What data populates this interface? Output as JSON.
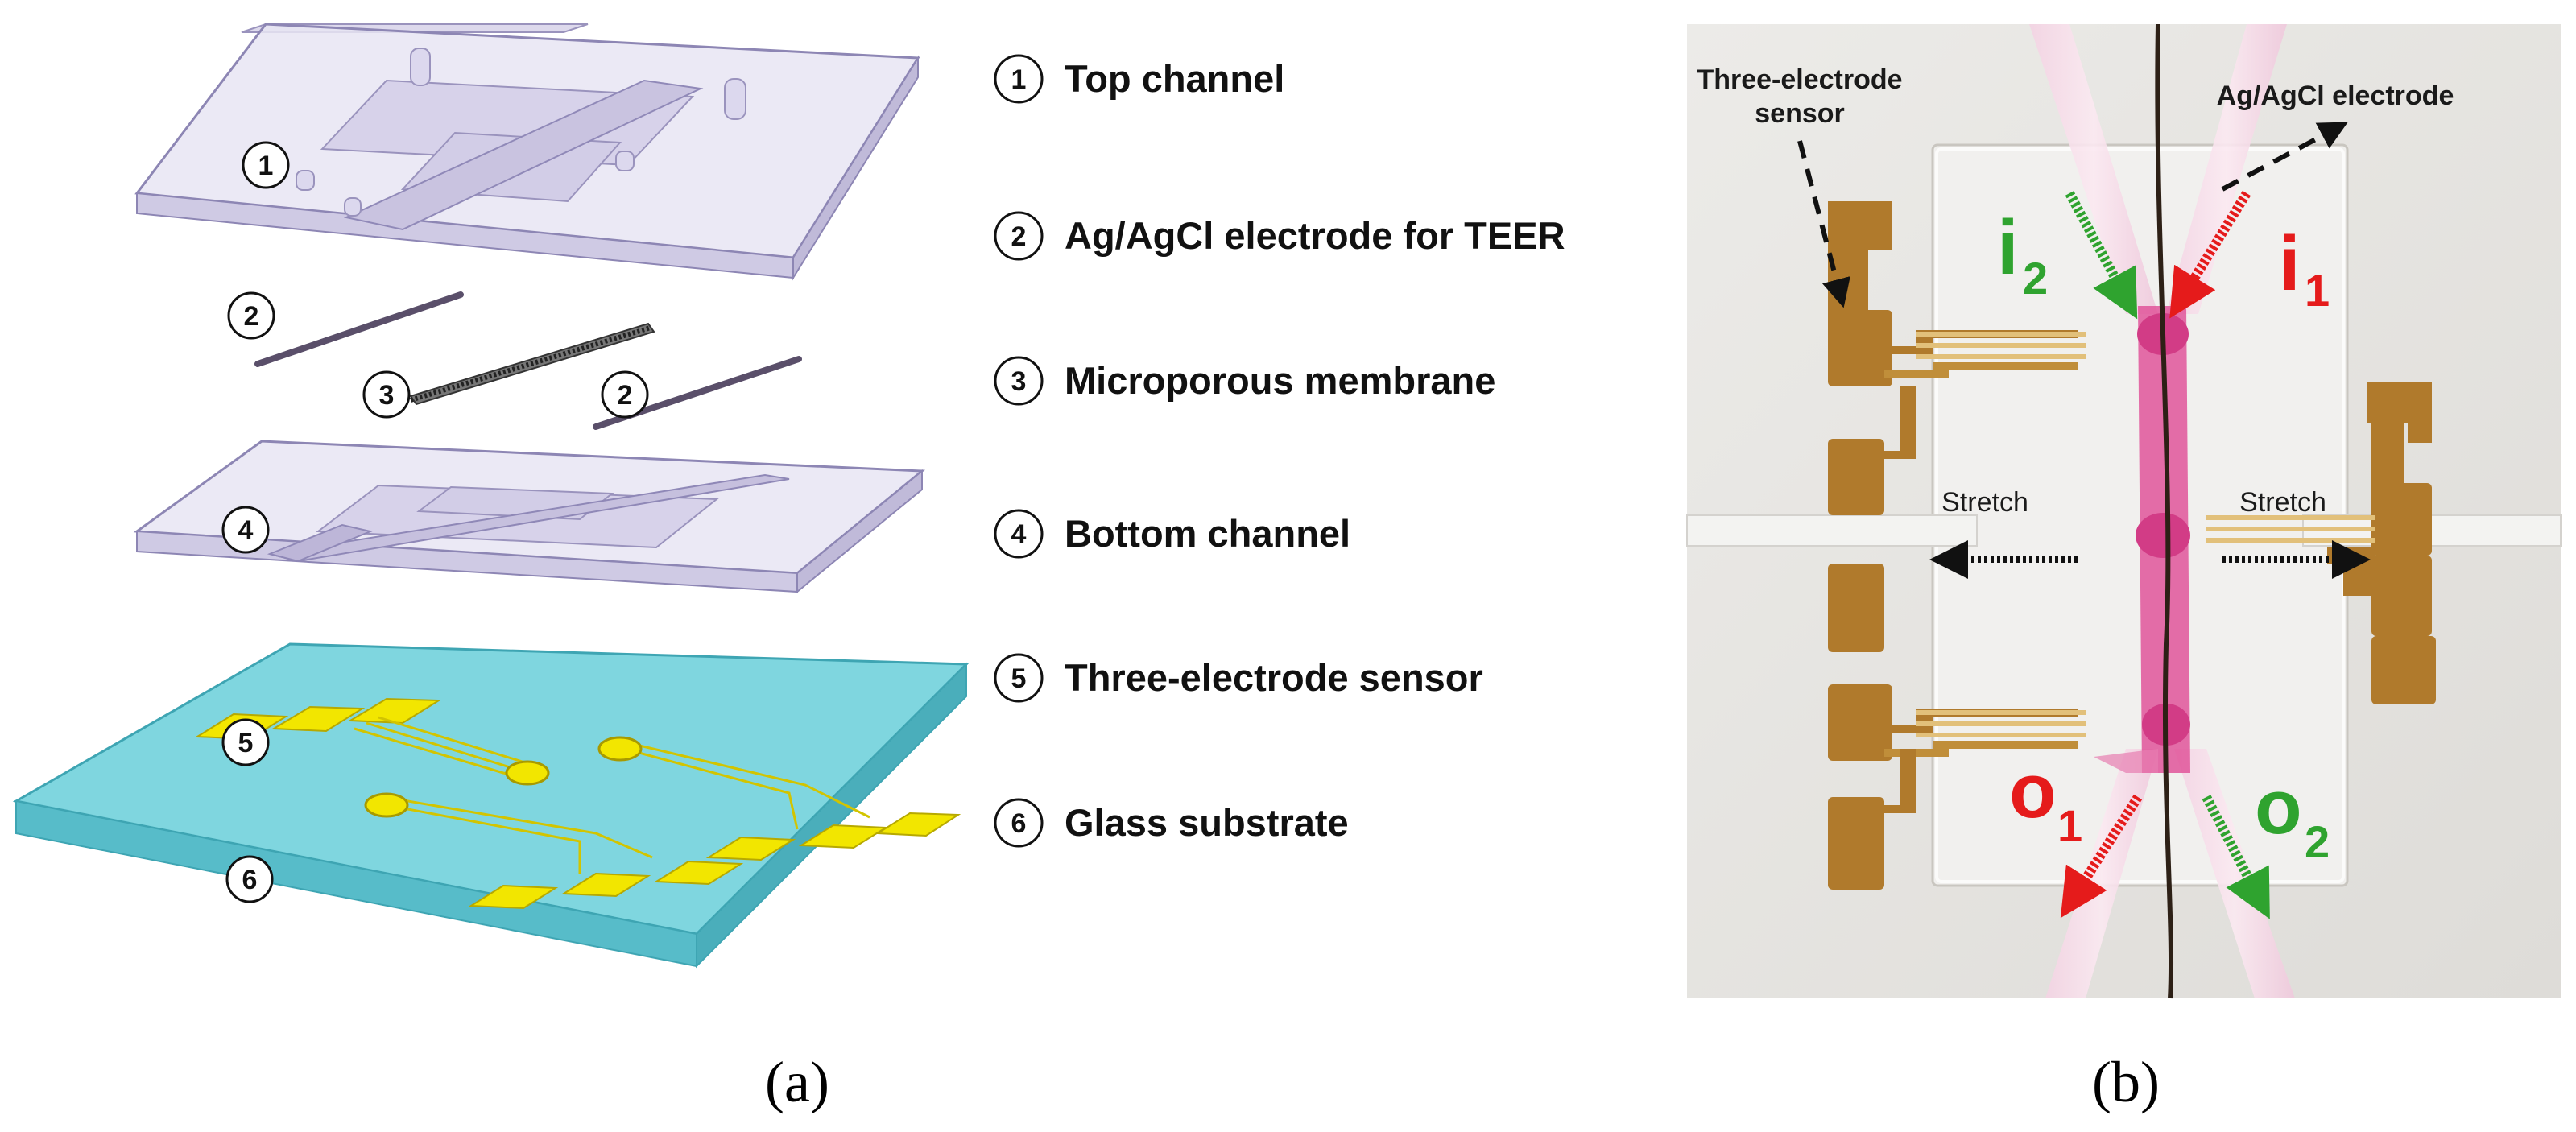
{
  "legend": [
    {
      "num": "1",
      "label": "Top channel"
    },
    {
      "num": "2",
      "label": "Ag/AgCl electrode for TEER"
    },
    {
      "num": "3",
      "label": "Microporous membrane"
    },
    {
      "num": "4",
      "label": "Bottom channel"
    },
    {
      "num": "5",
      "label": "Three-electrode sensor"
    },
    {
      "num": "6",
      "label": "Glass substrate"
    }
  ],
  "diagram_markers": {
    "top_channel": "1",
    "electrode_left": "2",
    "membrane": "3",
    "electrode_right": "2",
    "bottom_channel": "4",
    "sensor": "5",
    "substrate": "6"
  },
  "photo": {
    "three_electrode_line1": "Three-electrode",
    "three_electrode_line2": "sensor",
    "agagcl": "Ag/AgCl electrode",
    "stretch_left": "Stretch",
    "stretch_right": "Stretch",
    "ports": {
      "i1_base": "i",
      "i1_sub": "1",
      "i2_base": "i",
      "i2_sub": "2",
      "o1_base": "o",
      "o1_sub": "1",
      "o2_base": "o",
      "o2_sub": "2"
    }
  },
  "captions": {
    "a": "(a)",
    "b": "(b)"
  },
  "colors": {
    "channel_fill": "#e6e2f2",
    "channel_stroke": "#9a93bd",
    "substrate_top": "#7fd6df",
    "substrate_side": "#4fb6c4",
    "electrode_pad": "#f2e600",
    "photo_bg": "#e9e7e4",
    "gold_pad": "#b07a2c",
    "pink_channel": "#e0559a",
    "red_arrow": "#e51b1b",
    "green_arrow": "#2fa32f"
  }
}
